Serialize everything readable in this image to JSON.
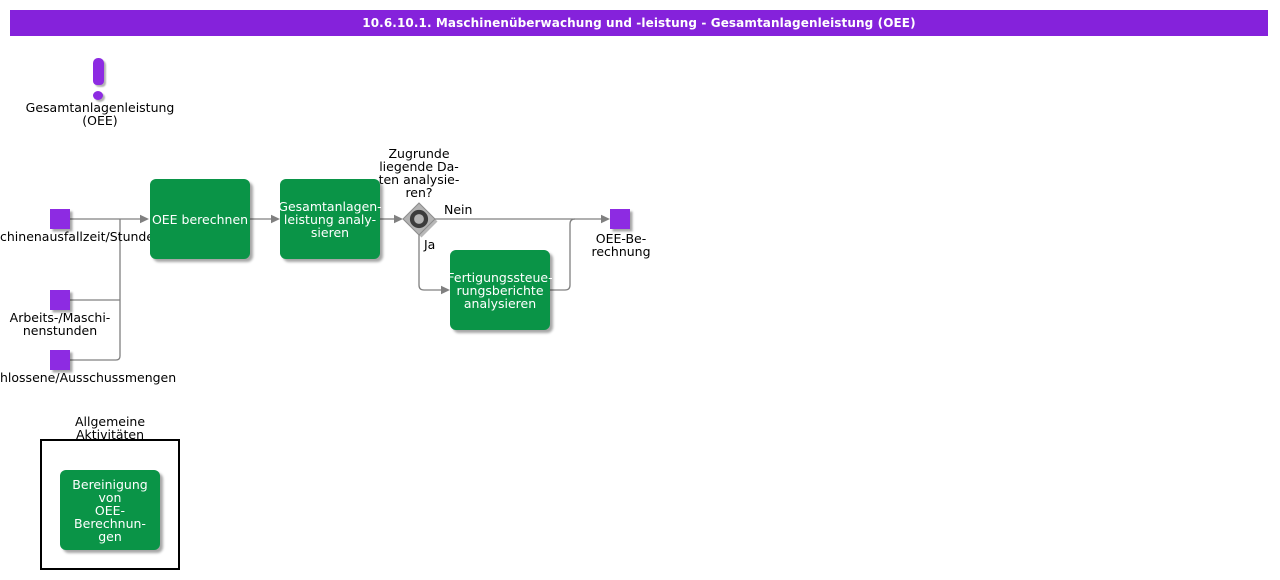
{
  "title": "10.6.10.1. Maschinenüberwachung und -leistung - Gesamtanlagenleistung (OEE)",
  "colors": {
    "header_purple": "#8522DB",
    "artifact_purple": "#8D2BE2",
    "task_green": "#0A9447",
    "connector_gray": "#808080",
    "gateway_fill": "#B3B3B3"
  },
  "start_event": {
    "icon": "exclamation-icon",
    "label": "Gesamtanlagenleistung\n(OEE)"
  },
  "inputs": {
    "machine_downtime": "chinenausfallzeit/Stunden",
    "work_machine_hours": "Arbeits-/Maschi-\nnenstunden",
    "completed_scrap": "hlossene/Ausschussmengen"
  },
  "tasks": {
    "calculate_oee": "OEE berechnen",
    "analyze_oee": "Gesamtanlagen-\nleistung analy-\nsieren",
    "analyze_reports": "Fertigungssteue-\nrungsberichte\nanalysieren",
    "cleanup": "Bereinigung von\nOEE-Berechnun-\ngen"
  },
  "gateway": {
    "question": "Zugrunde\nliegende Da-\nten analysie-\nren?",
    "no": "Nein",
    "yes": "Ja"
  },
  "output": {
    "label": "OEE-Be-\nrechnung"
  },
  "group": {
    "label": "Allgemeine\nAktivitäten"
  }
}
